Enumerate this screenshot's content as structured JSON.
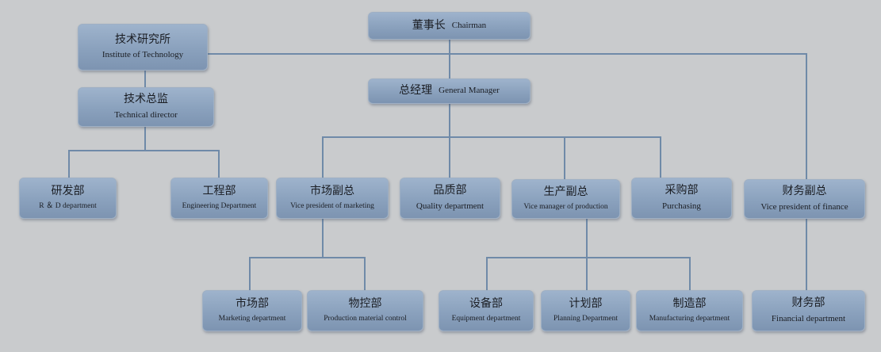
{
  "nodes": {
    "chairman": {
      "zh": "董事长",
      "en": "Chairman"
    },
    "institute": {
      "zh": "技术研究所",
      "en": "Institute of Technology"
    },
    "tech_director": {
      "zh": "技术总监",
      "en": "Technical director"
    },
    "general_manager": {
      "zh": "总经理",
      "en": "General Manager"
    },
    "rd": {
      "zh": "研发部",
      "en": "R ＆ D department"
    },
    "engineering": {
      "zh": "工程部",
      "en": "Engineering Department"
    },
    "vp_marketing": {
      "zh": "市场副总",
      "en": "Vice president of marketing"
    },
    "quality": {
      "zh": "品质部",
      "en": "Quality department"
    },
    "vm_production": {
      "zh": "生产副总",
      "en": "Vice manager of production"
    },
    "purchasing": {
      "zh": "采购部",
      "en": "Purchasing"
    },
    "vp_finance": {
      "zh": "财务副总",
      "en": "Vice president of finance"
    },
    "marketing_dept": {
      "zh": "市场部",
      "en": "Marketing department"
    },
    "material_control": {
      "zh": "物控部",
      "en": "Production material control"
    },
    "equipment": {
      "zh": "设备部",
      "en": "Equipment department"
    },
    "planning": {
      "zh": "计划部",
      "en": "Planning Department"
    },
    "manufacturing": {
      "zh": "制造部",
      "en": "Manufacturing department"
    },
    "financial_dept": {
      "zh": "财务部",
      "en": "Financial department"
    }
  },
  "colors": {
    "background": "#c9cbcd",
    "connector": "#6f8aa8",
    "node_fill": "#8aa1bd"
  }
}
